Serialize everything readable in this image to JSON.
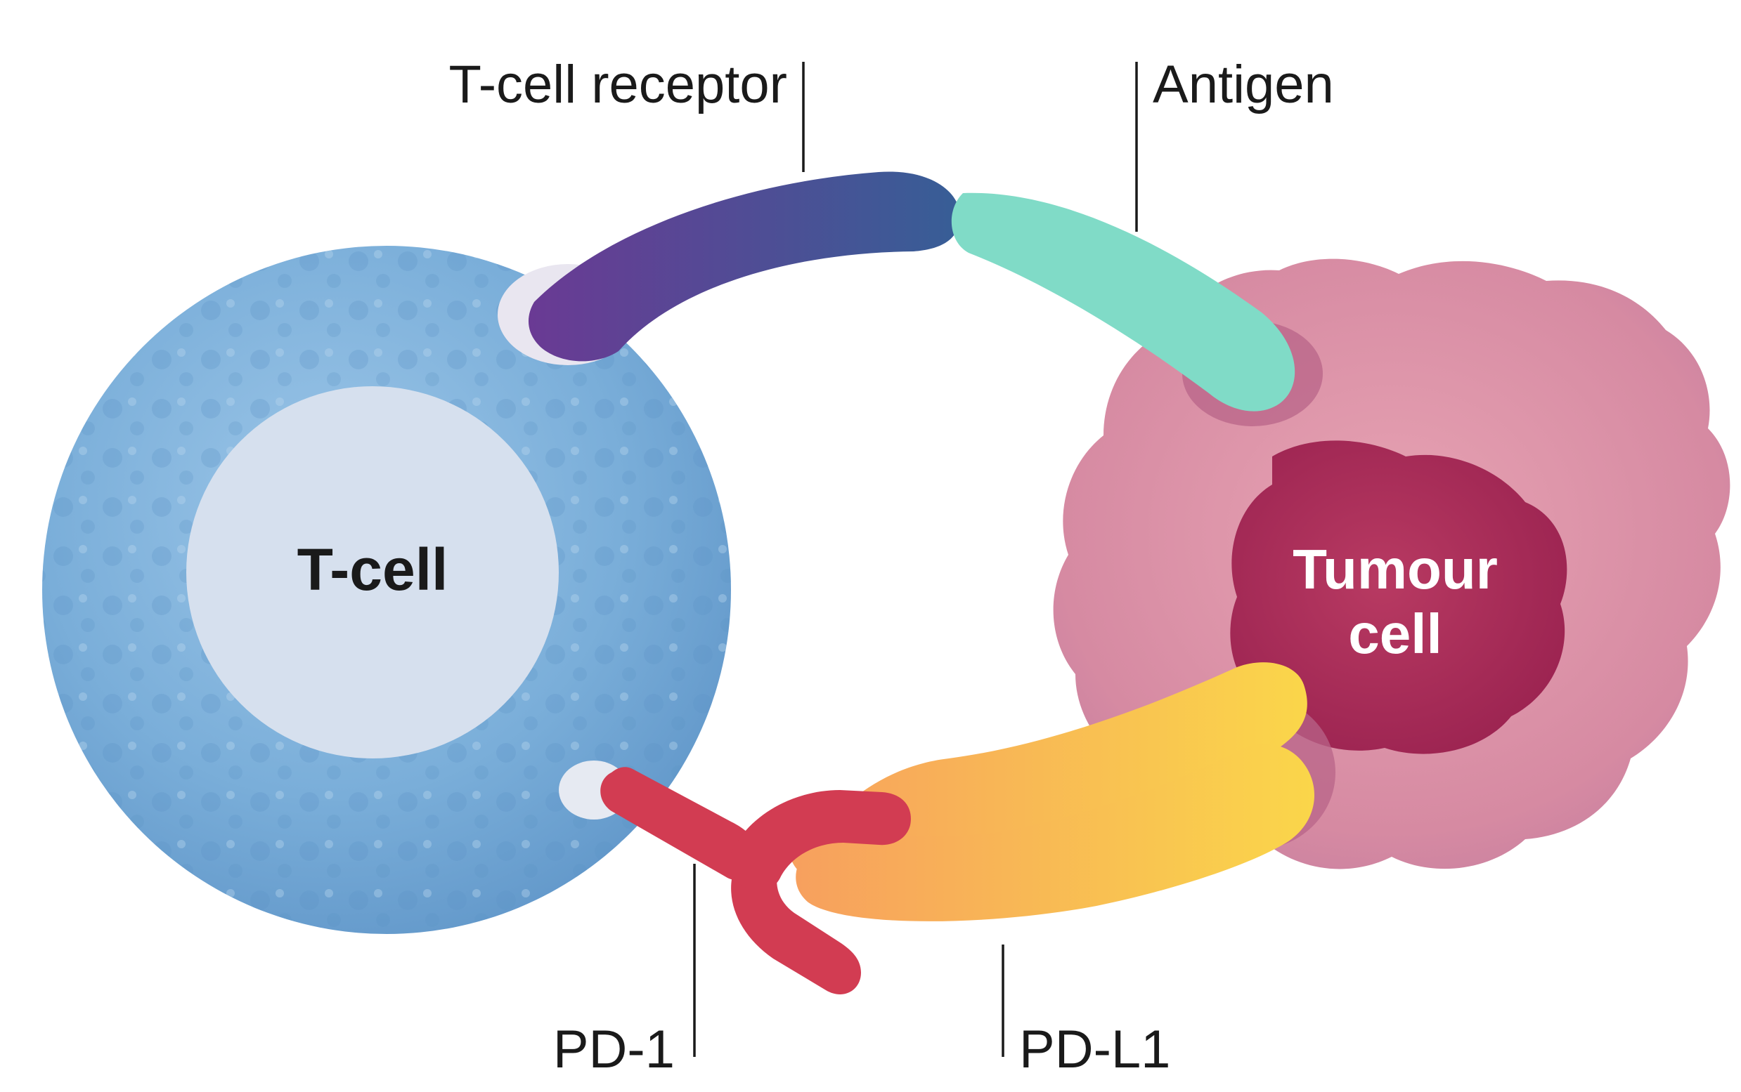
{
  "labels": {
    "t_cell_receptor": "T-cell receptor",
    "antigen": "Antigen",
    "pd1": "PD-1",
    "pdl1": "PD-L1",
    "t_cell": "T-cell",
    "tumour_line1": "Tumour",
    "tumour_line2": "cell"
  },
  "colors": {
    "t_cell_body": "#7fb2dc",
    "t_cell_nucleus": "#d6e0ee",
    "tumour_body": "#d98aa2",
    "tumour_nucleus": "#b02a55",
    "tcr_start": "#6a3a94",
    "tcr_end": "#3a5c95",
    "antigen": "#7fdcc8",
    "pd1": "#d23c52",
    "pdl1_start": "#f8a85a",
    "pdl1_end": "#f9d04a"
  }
}
